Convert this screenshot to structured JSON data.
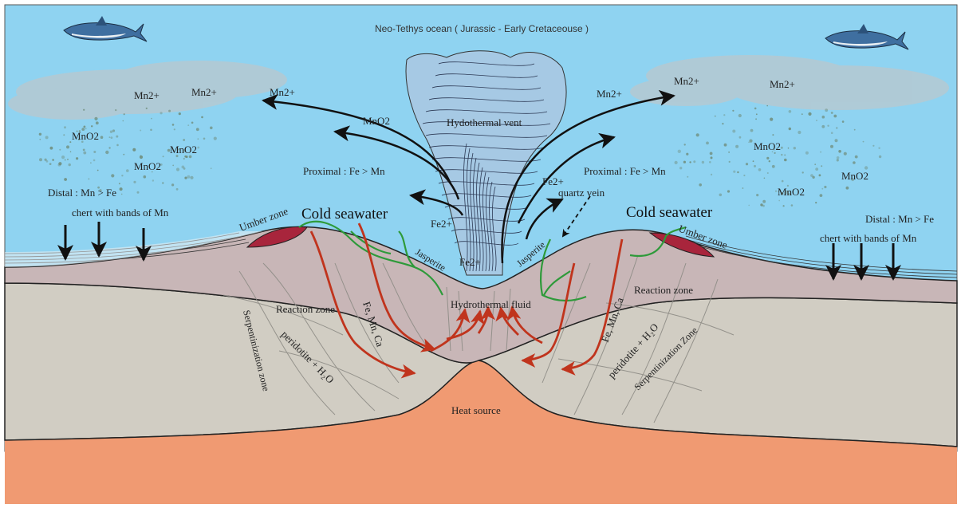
{
  "diagram": {
    "title": "Neo-Tethys ocean ( Jurassic - Early Cretaceouse )",
    "labels": {
      "mn2_left_1": "Mn2+",
      "mn2_left_2": "Mn2+",
      "mno2_left_1": "MnO2",
      "mno2_left_2": "MnO2",
      "mno2_left_3": "MnO2",
      "distal_left": "Distal : Mn > Fe",
      "chert_left": "chert with bands of Mn",
      "umber_left": "Umber zone",
      "cold_left": "Cold seawater",
      "mn2_arrow_left": "Mn2+",
      "mno2_arrow_left": "MnO2",
      "proximal_left": "Proximal : Fe > Mn",
      "fe2_left": "Fe2+",
      "fe2_center": "Fe2+",
      "jasperite_left": "Jasperite",
      "vent": "Hydothermal vent",
      "mn2_arrow_right": "Mn2+",
      "proximal_right": "Proximal : Fe > Mn",
      "fe2_right": "Fe2+",
      "quartz": "quartz vein",
      "jasperite_right": "Jasperite",
      "cold_right": "Cold seawater",
      "umber_right": "Umber zone",
      "mn2_right_1": "Mn2+",
      "mn2_right_2": "Mn2+",
      "mno2_right_1": "MnO2",
      "mno2_right_2": "MnO2",
      "mno2_right_3": "MnO2",
      "distal_right": "Distal : Mn > Fe",
      "chert_right": "chert with bands of Mn",
      "hydro_fluid": "Hydrothermal fluid",
      "reaction_left": "Reaction zone",
      "reaction_right": "Reaction zone",
      "femnca_left": "Fe, Mn, Ca",
      "femnca_right": "Fe, Mn, Ca",
      "perid_left": "peridotite + H₂O",
      "perid_right": "peridotite + H₂O",
      "serp_left": "Serpentinization zone",
      "serp_right": "Serpentinization Zone",
      "heat": "Heat source"
    },
    "colors": {
      "ocean": "#8fd3f1",
      "crust": "#c8b6b7",
      "mantle": "#d1cdc3",
      "heat": "#f09a72",
      "umber": "#a8253c",
      "arrow_red": "#c0341d",
      "vein_green": "#2e9a3a"
    }
  }
}
